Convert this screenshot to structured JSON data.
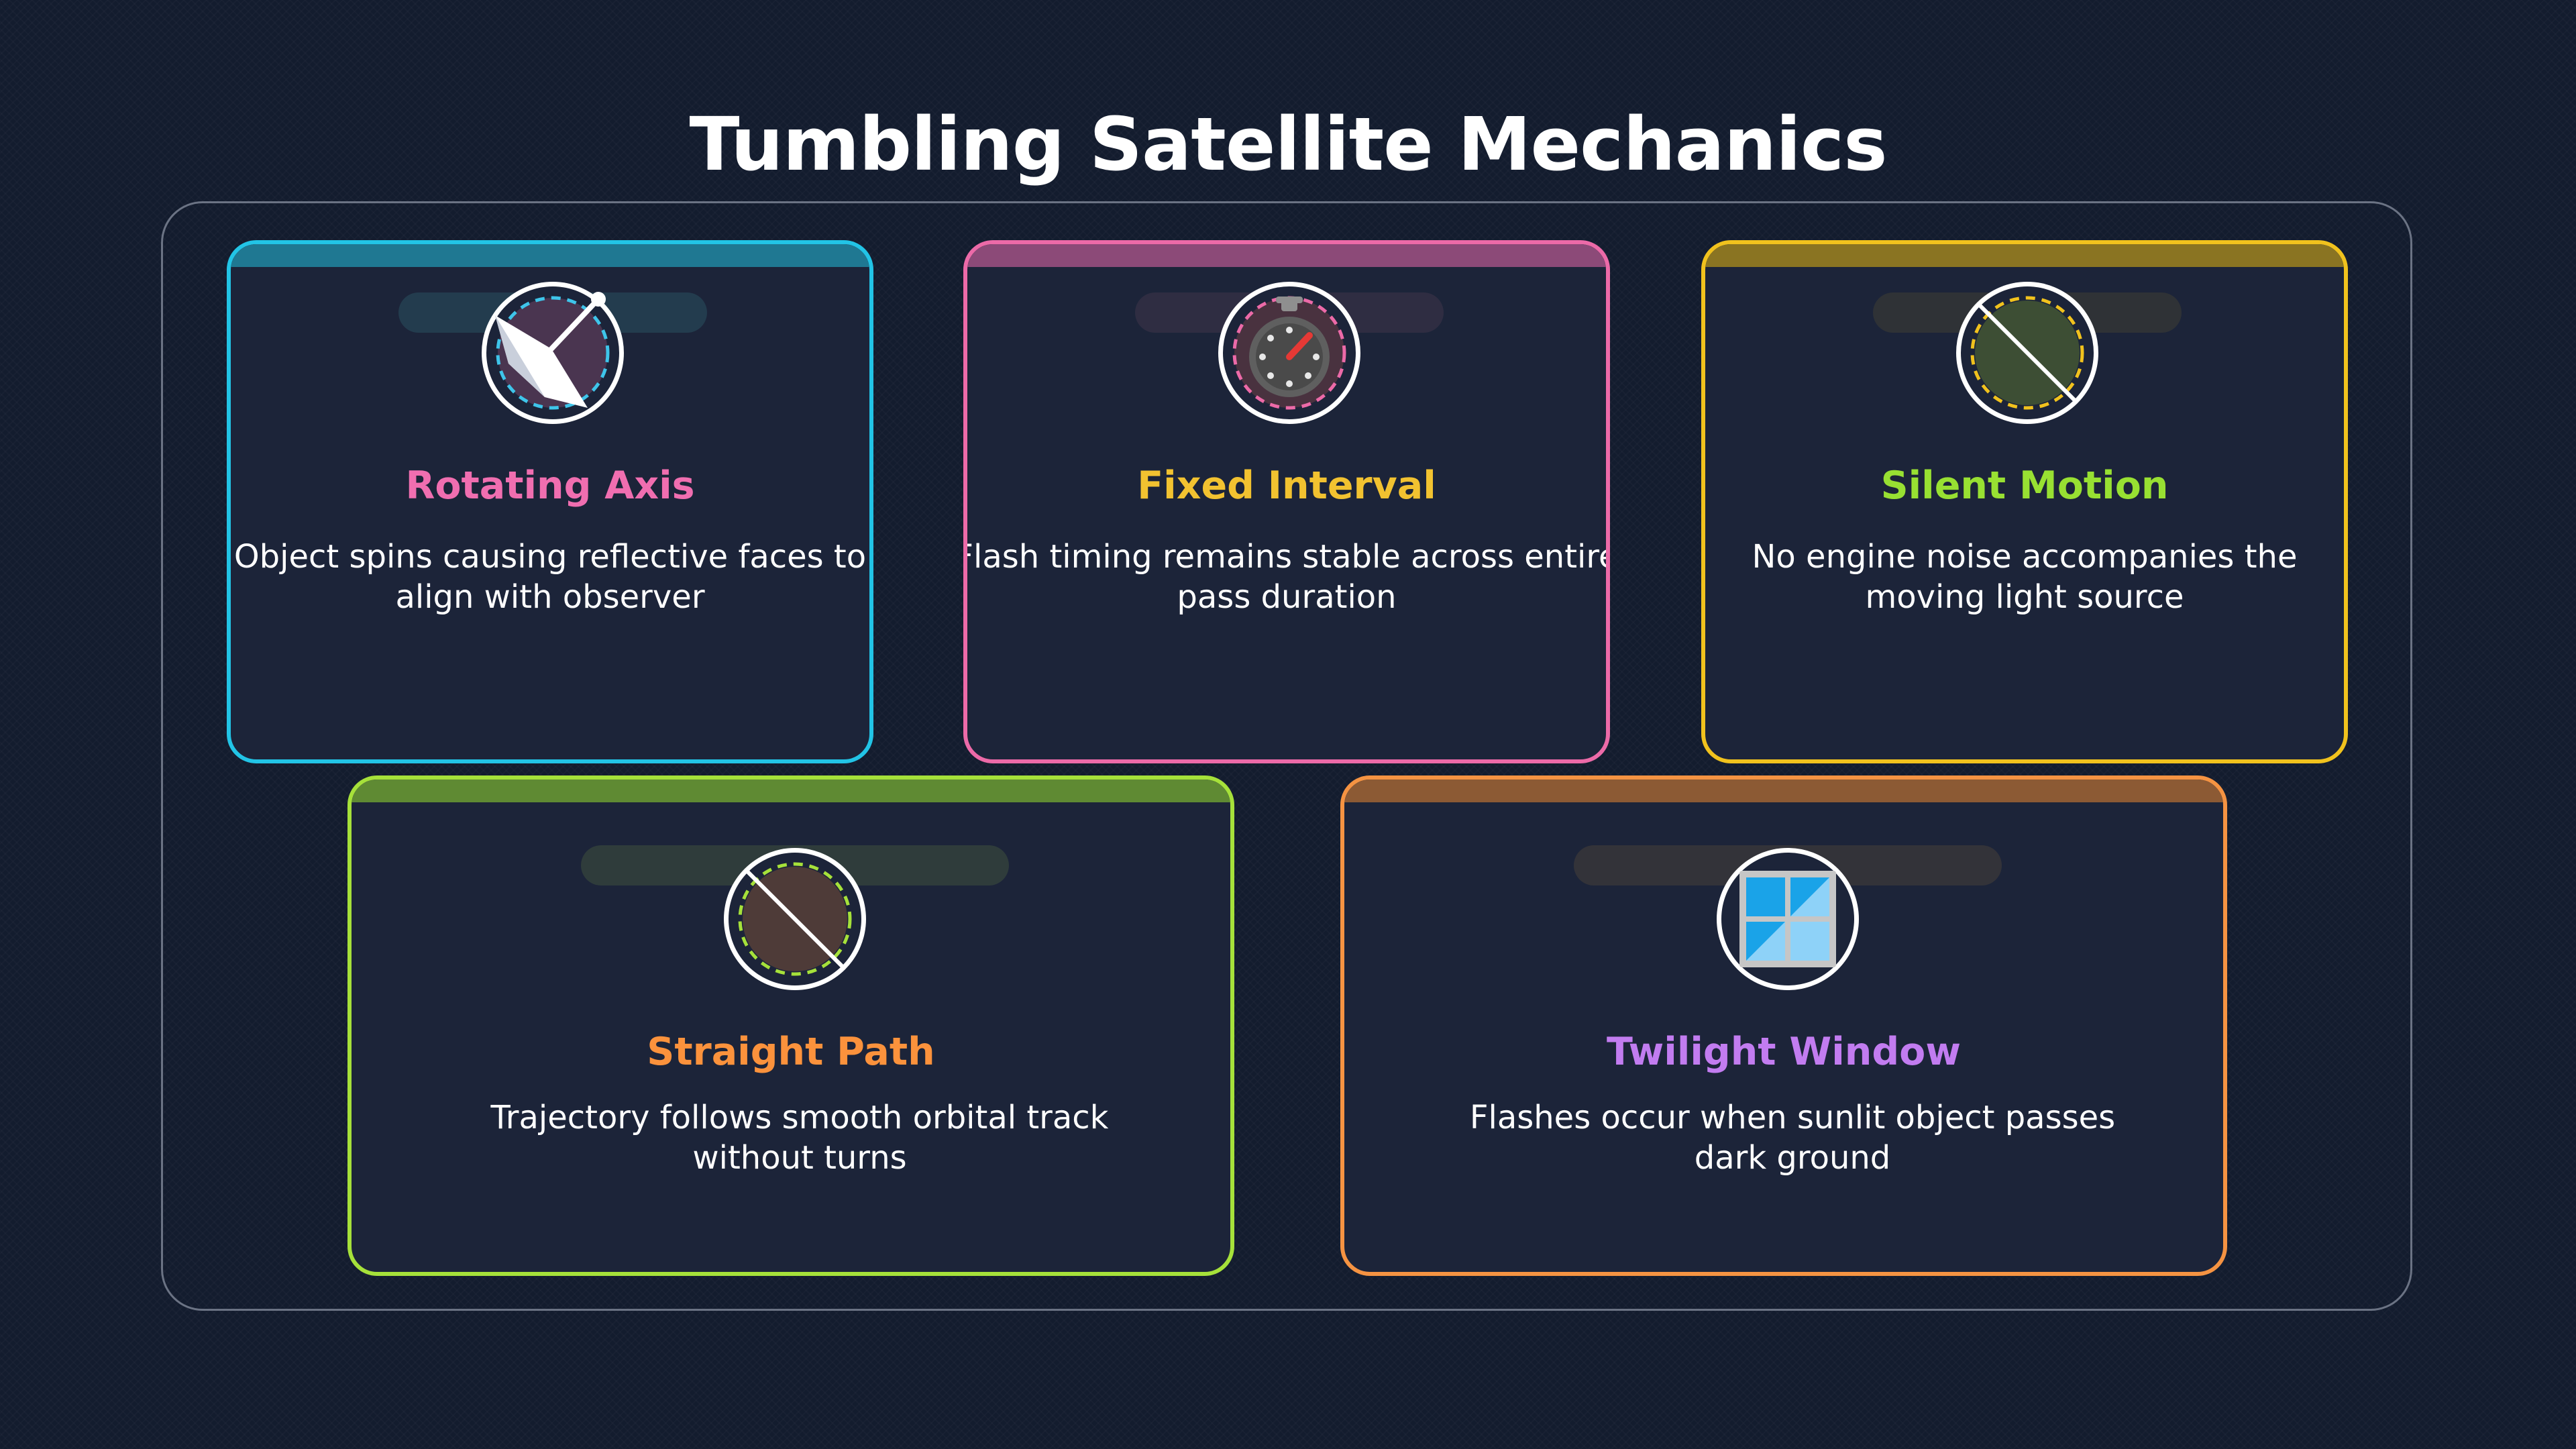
{
  "title": "Tumbling Satellite Mechanics",
  "colors": {
    "background": "#131c2e",
    "card_background": "#1c2439",
    "frame": "#6b7384"
  },
  "cards": [
    {
      "title": "Rotating Axis",
      "description": "Object spins causing reflective faces to align with observer",
      "icon": "spinning-satellite-icon",
      "border_color": "#22c4e6",
      "title_color": "#f06eb0"
    },
    {
      "title": "Fixed Interval",
      "description": "Flash timing remains stable across entire pass duration",
      "icon": "stopwatch-icon",
      "border_color": "#ec6aa8",
      "title_color": "#f2c230"
    },
    {
      "title": "Silent Motion",
      "description": "No engine noise accompanies the moving light source",
      "icon": "no-sound-icon",
      "border_color": "#f1c21d",
      "title_color": "#98e032"
    },
    {
      "title": "Straight Path",
      "description": "Trajectory follows smooth orbital track without turns",
      "icon": "no-turn-icon",
      "border_color": "#a6e13a",
      "title_color": "#fb923c"
    },
    {
      "title": "Twilight Window",
      "description": "Flashes occur when sunlit object passes dark ground",
      "icon": "window-icon",
      "border_color": "#f59342",
      "title_color": "#c27cf0"
    }
  ]
}
